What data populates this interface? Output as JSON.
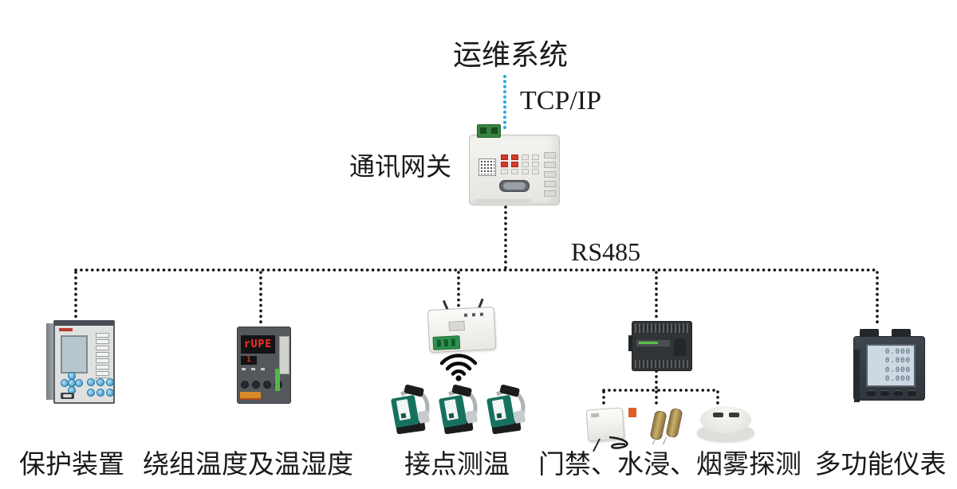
{
  "diagram": {
    "title": "运维系统",
    "tcpip_label": "TCP/IP",
    "gateway_label": "通讯网关",
    "rs485_label": "RS485"
  },
  "devices": {
    "protection": {
      "label": "保护装置"
    },
    "winding": {
      "label": "绕组温度及温湿度",
      "display": {
        "line1": "rUPE",
        "line2": "1"
      }
    },
    "contact": {
      "label": "接点测温"
    },
    "sensors": {
      "label": "门禁、水浸、烟雾探测"
    },
    "meter": {
      "label": "多功能仪表",
      "display_rows": [
        "0.000",
        "0.000",
        "0.000",
        "0.000"
      ]
    }
  },
  "colors": {
    "tcpip_line": "#29abe2",
    "bus_line": "#111111",
    "sensor_green": "#15725f",
    "led_red": "#d6392d"
  }
}
